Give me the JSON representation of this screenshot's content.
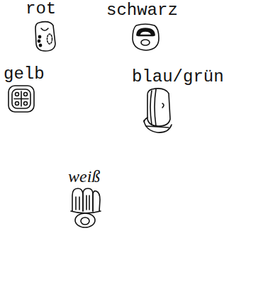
{
  "diagram": {
    "labels": [
      "rot",
      "schwarz",
      "gelb",
      "blau/grün",
      "weiß"
    ]
  }
}
